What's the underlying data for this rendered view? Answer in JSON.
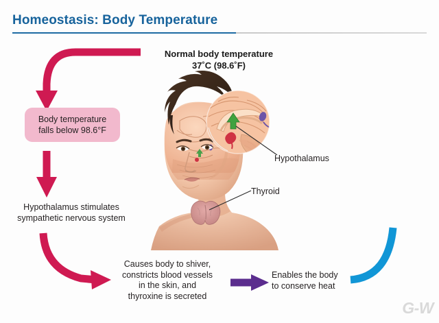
{
  "slide": {
    "title": "Homeostasis: Body Temperature",
    "background_color": "#fdfdfd",
    "title_color": "#17639c",
    "logo": "G-W"
  },
  "colors": {
    "crimson_arrow": "#cf1a52",
    "purple_arrow": "#5b2d8e",
    "cyan_arrow": "#1196d6",
    "pink_box": "#f2b9cd",
    "title_blue": "#17639c",
    "text": "#231f20"
  },
  "nodes": {
    "normal_temp": {
      "line1": "Normal body temperature",
      "line2": "37˚C (98.6˚F)"
    },
    "pink_box": {
      "line1": "Body temperature",
      "line2": "falls below 98.6°F"
    },
    "hypothalamus_stimulates": {
      "line1": "Hypothalamus stimulates",
      "line2": "sympathetic nervous system"
    },
    "causes": {
      "line1": "Causes body to shiver,",
      "line2": "constricts blood vessels",
      "line3": "in the skin, and",
      "line4": "thyroxine is secreted"
    },
    "enables": {
      "line1": "Enables the body",
      "line2": "to conserve heat"
    }
  },
  "illustration": {
    "labels": {
      "hypothalamus": "Hypothalamus",
      "thyroid": "Thyroid"
    },
    "description": "Anatomical illustration of a young man's head and neck showing the brain in cutaway, a circular magnified mid-sagittal brain inset marking the hypothalamus, and the thyroid gland at the base of the neck.",
    "skin_color": "#f0c3a6",
    "hair_color": "#3d2a1d",
    "brain_color": "#f0b493",
    "thyroid_color": "#d79898"
  },
  "arrows": [
    {
      "name": "arrow-top-curve",
      "color": "#cf1a52",
      "from": "normal-body-temperature",
      "to": "pink-box"
    },
    {
      "name": "arrow-pinkbox-down",
      "color": "#cf1a52",
      "from": "pink-box",
      "to": "hypothalamus-stimulates"
    },
    {
      "name": "arrow-bottom-curve",
      "color": "#cf1a52",
      "from": "hypothalamus-stimulates",
      "to": "causes"
    },
    {
      "name": "arrow-purple",
      "color": "#5b2d8e",
      "from": "causes",
      "to": "enables"
    },
    {
      "name": "arrow-cyan-return",
      "color": "#1196d6",
      "from": "enables",
      "to": "normal-body-temperature"
    }
  ]
}
